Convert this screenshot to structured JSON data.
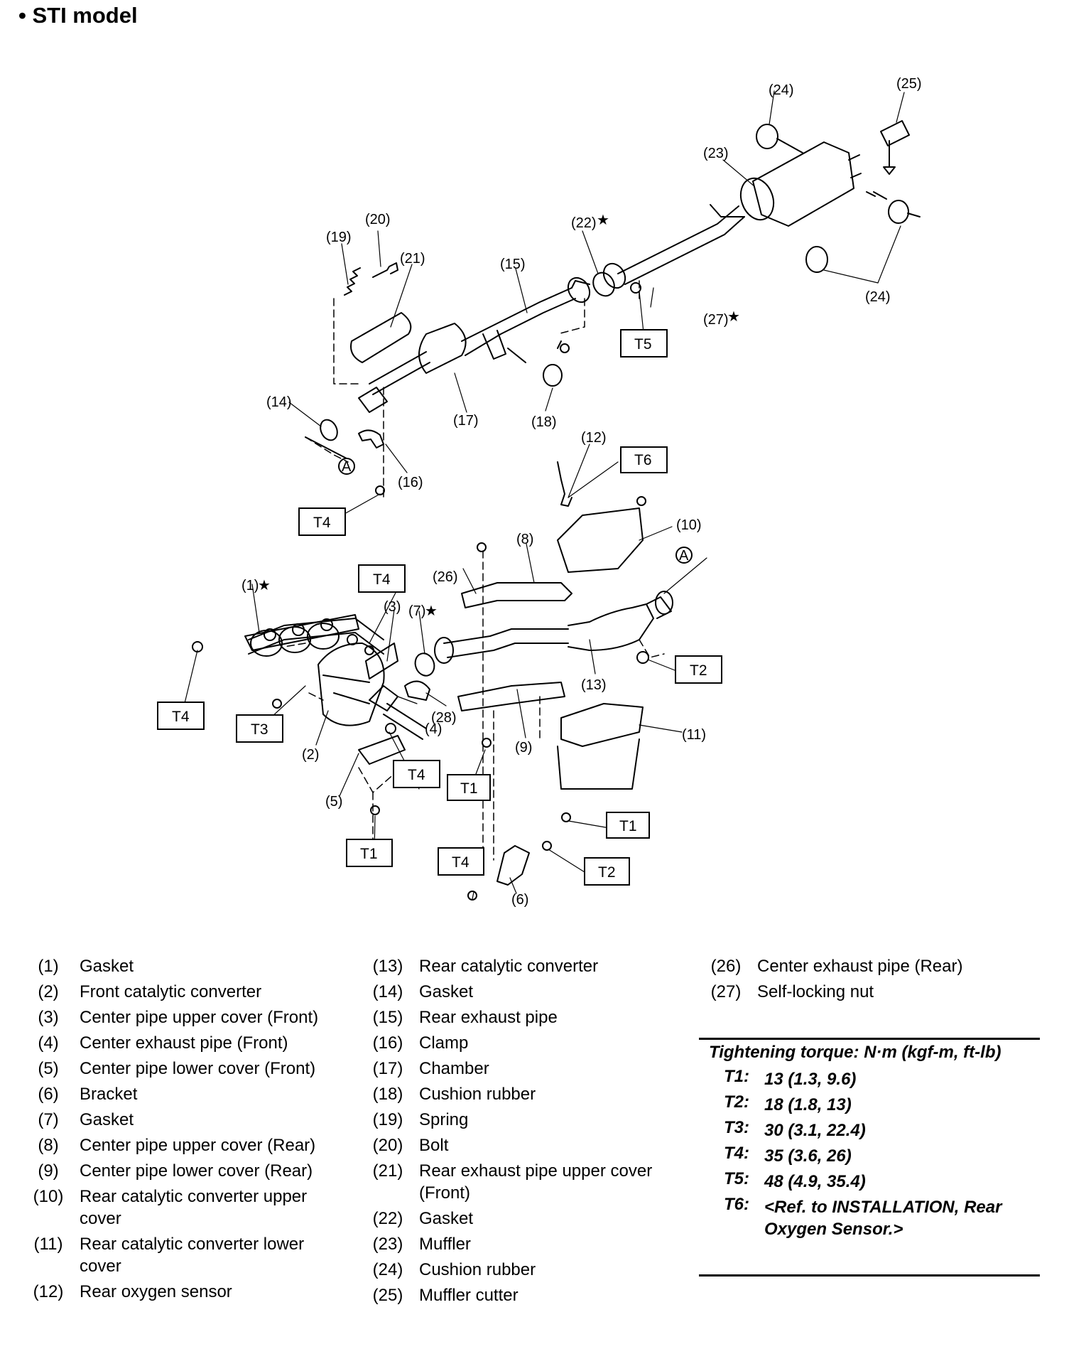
{
  "title": "• STI model",
  "callouts": {
    "c1": "(1)",
    "c2": "(2)",
    "c3": "(3)",
    "c4": "(4)",
    "c5": "(5)",
    "c6": "(6)",
    "c7": "(7)",
    "c8": "(8)",
    "c9": "(9)",
    "c10": "(10)",
    "c11": "(11)",
    "c12": "(12)",
    "c13": "(13)",
    "c14": "(14)",
    "c15": "(15)",
    "c16": "(16)",
    "c17": "(17)",
    "c18": "(18)",
    "c19": "(19)",
    "c20": "(20)",
    "c21": "(21)",
    "c22": "(22)",
    "c23": "(23)",
    "c24a": "(24)",
    "c24b": "(24)",
    "c25": "(25)",
    "c26": "(26)",
    "c27": "(27)",
    "c28": "(28)",
    "refA": "A",
    "star": "★"
  },
  "torque_tags": {
    "t1a": "T1",
    "t1b": "T1",
    "t1c": "T1",
    "t2a": "T2",
    "t2b": "T2",
    "t3": "T3",
    "t4a": "T4",
    "t4b": "T4",
    "t4c": "T4",
    "t4d": "T4",
    "t4e": "T4",
    "t5": "T5",
    "t6": "T6"
  },
  "legend": {
    "col1": [
      {
        "num": "(1)",
        "label": "Gasket"
      },
      {
        "num": "(2)",
        "label": "Front catalytic converter"
      },
      {
        "num": "(3)",
        "label": "Center pipe upper cover (Front)"
      },
      {
        "num": "(4)",
        "label": "Center exhaust pipe (Front)"
      },
      {
        "num": "(5)",
        "label": "Center pipe lower cover (Front)"
      },
      {
        "num": "(6)",
        "label": "Bracket"
      },
      {
        "num": "(7)",
        "label": "Gasket"
      },
      {
        "num": "(8)",
        "label": "Center pipe upper cover (Rear)"
      },
      {
        "num": "(9)",
        "label": "Center pipe lower cover (Rear)"
      },
      {
        "num": "(10)",
        "label": "Rear catalytic converter upper cover"
      },
      {
        "num": "(11)",
        "label": "Rear catalytic converter lower cover"
      },
      {
        "num": "(12)",
        "label": "Rear oxygen sensor"
      }
    ],
    "col2": [
      {
        "num": "(13)",
        "label": "Rear catalytic converter"
      },
      {
        "num": "(14)",
        "label": "Gasket"
      },
      {
        "num": "(15)",
        "label": "Rear exhaust pipe"
      },
      {
        "num": "(16)",
        "label": "Clamp"
      },
      {
        "num": "(17)",
        "label": "Chamber"
      },
      {
        "num": "(18)",
        "label": "Cushion rubber"
      },
      {
        "num": "(19)",
        "label": "Spring"
      },
      {
        "num": "(20)",
        "label": "Bolt"
      },
      {
        "num": "(21)",
        "label": "Rear exhaust pipe upper cover (Front)"
      },
      {
        "num": "(22)",
        "label": "Gasket"
      },
      {
        "num": "(23)",
        "label": "Muffler"
      },
      {
        "num": "(24)",
        "label": "Cushion rubber"
      },
      {
        "num": "(25)",
        "label": "Muffler cutter"
      }
    ],
    "col3": [
      {
        "num": "(26)",
        "label": "Center exhaust pipe (Rear)"
      },
      {
        "num": "(27)",
        "label": "Self-locking nut"
      }
    ]
  },
  "torque": {
    "heading": "Tightening torque: N·m (kgf-m, ft-lb)",
    "rows": [
      {
        "code": "T1:",
        "value": "13 (1.3, 9.6)"
      },
      {
        "code": "T2:",
        "value": "18 (1.8, 13)"
      },
      {
        "code": "T3:",
        "value": "30 (3.1, 22.4)"
      },
      {
        "code": "T4:",
        "value": "35 (3.6, 26)"
      },
      {
        "code": "T5:",
        "value": "48 (4.9, 35.4)"
      },
      {
        "code": "T6:",
        "value": "<Ref. to INSTALLATION, Rear Oxygen Sensor.>"
      }
    ]
  }
}
